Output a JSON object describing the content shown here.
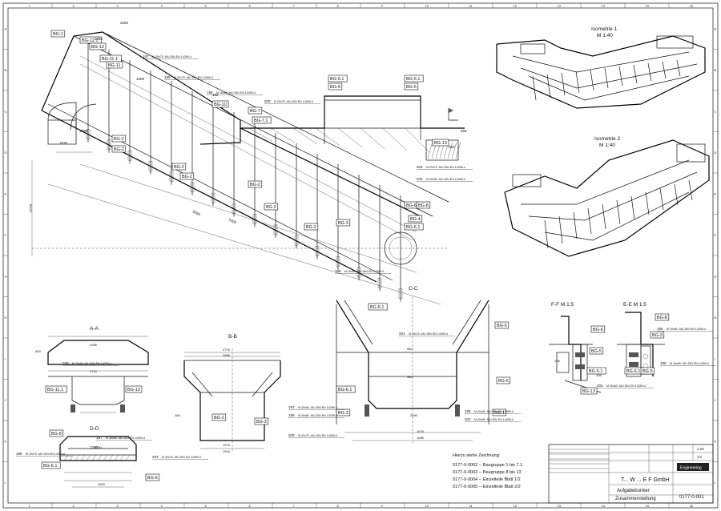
{
  "views": {
    "iso1_title": "Isometrie 1",
    "iso1_scale": "M 1:40",
    "iso2_title": "Isometrie 2",
    "iso2_scale": "M 1:40",
    "section_aa": "A-A",
    "section_bb": "B-B",
    "section_cc": "C-C",
    "section_dd": "D-D",
    "section_ff": "F-F  M 1:5",
    "section_ee": "E-E  M 1:5"
  },
  "tags": [
    "BG-1",
    "BG-2",
    "BG-3",
    "BG-4",
    "BG-5",
    "BG-6",
    "BG-7",
    "BG-8",
    "BG-9",
    "BG-10",
    "BG-11",
    "BG-12",
    "BG-13",
    "BG-5.1",
    "BG-6.1",
    "BG-7.1",
    "BG-9.1",
    "BG-11.1",
    "BG-12.1"
  ],
  "notes": {
    "heading": "Hierzu siehe Zeichnung:",
    "lines": [
      "0177-0-0002 -- Baugruppe 1 bis 7.1",
      "0177-0-0003 -- Baugruppe 8 bis 13",
      "0177-0-0004 -- Einzelteile Blatt 1/2",
      "0177-0-0005 -- Einzelteile Blatt 2/2"
    ]
  },
  "weld_callouts": [
    "M 20x60 -MU DIN EN 14399-4",
    "M 20x75 -MU DIN EN 14399-4",
    "M 16x60 -MU DIN EN 14399-4"
  ],
  "dimensions": {
    "main": [
      "1250",
      "2250",
      "2950",
      "5050",
      "3300",
      "2779",
      "1076",
      "650",
      "582",
      "182",
      "1000",
      "1290"
    ],
    "sections": [
      "2936",
      "2716",
      "2776",
      "2556",
      "1190",
      "2690",
      "1975",
      "1910",
      "1075",
      "1085",
      "1500",
      "560",
      "380",
      "600",
      "160",
      "105",
      "108"
    ]
  },
  "position_numbers": [
    "197",
    "199",
    "200",
    "201",
    "202",
    "195",
    "196",
    "198",
    "203"
  ],
  "title_block": {
    "company": "T... W ... E F GmbH",
    "title_line1": "Aufgabebunker",
    "title_line2": "Zusammenstellung",
    "logo": "Engineering",
    "drawing_no": "0177-0-001",
    "scale": "1:25",
    "sheet": "1/1"
  },
  "border_columns": [
    "1",
    "2",
    "3",
    "4",
    "5",
    "6",
    "7",
    "8",
    "9",
    "10",
    "11",
    "12",
    "13",
    "14",
    "15",
    "16"
  ],
  "border_rows": [
    "A",
    "B",
    "C",
    "D",
    "E",
    "F",
    "G",
    "H",
    "I",
    "J",
    "K",
    "L"
  ]
}
